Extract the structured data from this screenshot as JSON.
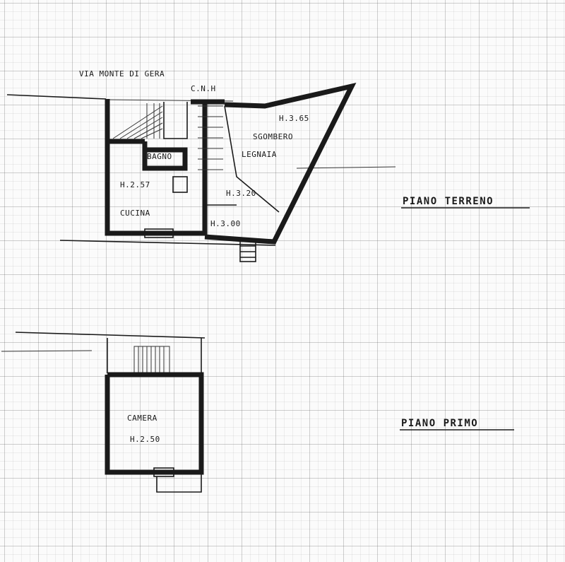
{
  "street": "VIA MONTE DI GERA",
  "cnh": "C.N.H",
  "ground_floor": {
    "title": "PIANO TERRENO",
    "rooms": {
      "bagno": "BAGNO",
      "cucina": "CUCINA",
      "cucina_height": "H.2.57",
      "sgombero": "SGOMBERO",
      "legnaia": "LEGNAIA",
      "sgombero_height": "H.3.65",
      "passage_height": "H.3.20",
      "lower_height": "H.3.00"
    }
  },
  "first_floor": {
    "title": "PIANO PRIMO",
    "rooms": {
      "camera": "CAMERA",
      "camera_height": "H.2.50"
    }
  },
  "colors": {
    "ink": "#1a1a1a",
    "paper": "#fbfbfb",
    "grid": "#8a8a8a"
  }
}
